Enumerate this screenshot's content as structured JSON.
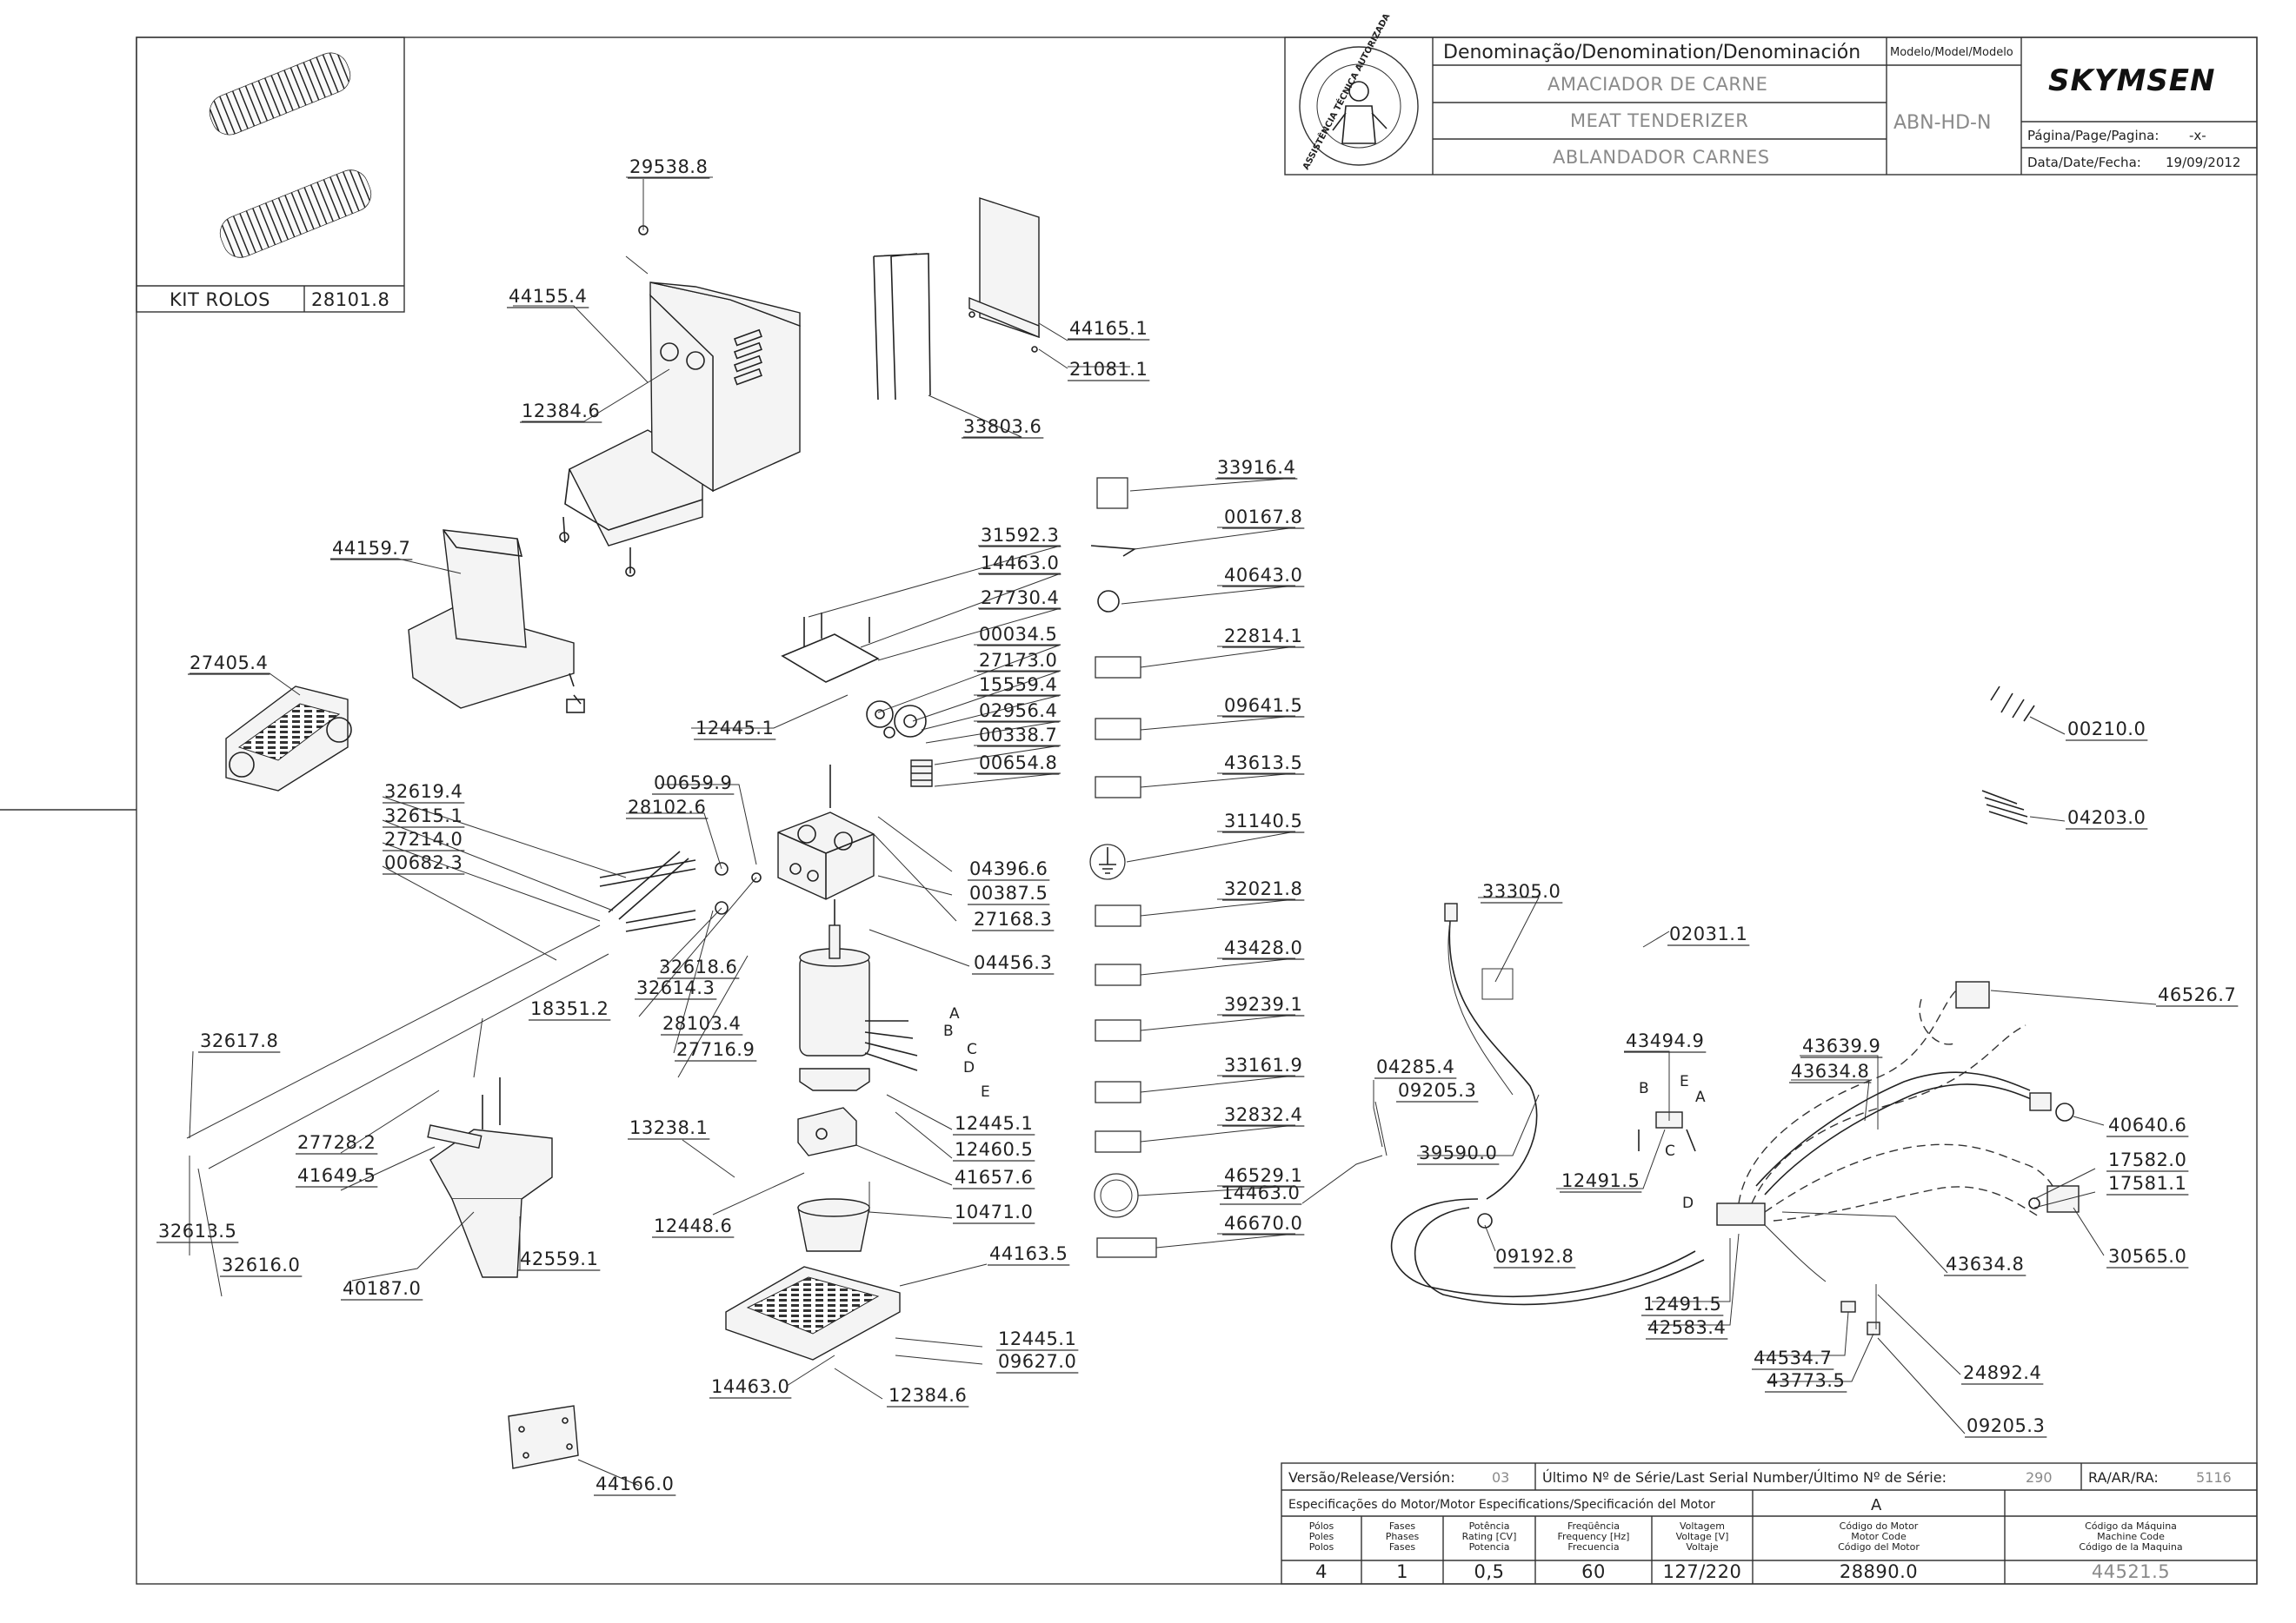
{
  "title_block": {
    "denomination_header": "Denominação/Denomination/Denominación",
    "model_header": "Modelo/Model/Modelo",
    "name_pt": "AMACIADOR DE CARNE",
    "name_en": "MEAT TENDERIZER",
    "name_es": "ABLANDADOR CARNES",
    "model": "ABN-HD-N",
    "brand": "SKYMSEN",
    "page_label": "Página/Page/Pagina:",
    "page_value": "-x-",
    "date_label": "Data/Date/Fecha:",
    "date_value": "19/09/2012",
    "seal_text": "ASSISTÊNCIA TÉCNICA AUTORIZADA"
  },
  "kit": {
    "name": "KIT ROLOS",
    "code": "28101.8"
  },
  "footer": {
    "version_label": "Versão/Release/Versión:",
    "version_value": "03",
    "serial_label": "Último Nº de Série/Last Serial Number/Último Nº de Série:",
    "serial_value": "290",
    "ra_label": "RA/AR/RA:",
    "ra_value": "5116",
    "motor_spec_label": "Especificações do Motor/Motor Especifications/Specificación del Motor",
    "variant": "A",
    "columns": [
      [
        "Pólos",
        "Poles",
        "Polos"
      ],
      [
        "Fases",
        "Phases",
        "Fases"
      ],
      [
        "Potência",
        "Rating [CV]",
        "Potencia"
      ],
      [
        "Freqüência",
        "Frequency [Hz]",
        "Frecuencia"
      ],
      [
        "Voltagem",
        "Voltage [V]",
        "Voltaje"
      ],
      [
        "Código do Motor",
        "Motor Code",
        "Código del Motor"
      ],
      [
        "Código da Máquina",
        "Machine Code",
        "Código de la Maquina"
      ]
    ],
    "values": [
      "4",
      "1",
      "0,5",
      "60",
      "127/220",
      "28890.0",
      "44521.5"
    ]
  },
  "callouts": {
    "c29538_8": "29538.8",
    "c44155_4": "44155.4",
    "c12384_6a": "12384.6",
    "c33803_6": "33803.6",
    "c44165_1": "44165.1",
    "c21081_1": "21081.1",
    "c44159_7": "44159.7",
    "c27405_4": "27405.4",
    "c33916_4": "33916.4",
    "c00167_8": "00167.8",
    "c40643_0": "40643.0",
    "c22814_1": "22814.1",
    "c09641_5": "09641.5",
    "c43613_5": "43613.5",
    "c31140_5": "31140.5",
    "c32021_8": "32021.8",
    "c43428_0": "43428.0",
    "c39239_1": "39239.1",
    "c33161_9": "33161.9",
    "c32832_4": "32832.4",
    "c46529_1": "46529.1",
    "c46670_0": "46670.0",
    "c31592_3": "31592.3",
    "c14463_0a": "14463.0",
    "c27730_4": "27730.4",
    "c00034_5": "00034.5",
    "c27173_0": "27173.0",
    "c15559_4": "15559.4",
    "c02956_4": "02956.4",
    "c00338_7": "00338.7",
    "c00654_8": "00654.8",
    "c12445_1a": "12445.1",
    "c00659_9": "00659.9",
    "c28102_6": "28102.6",
    "c04396_6": "04396.6",
    "c00387_5": "00387.5",
    "c27168_3": "27168.3",
    "c04456_3": "04456.3",
    "c32619_4": "32619.4",
    "c32615_1": "32615.1",
    "c27214_0": "27214.0",
    "c00682_3": "00682.3",
    "c32618_6": "32618.6",
    "c32614_3": "32614.3",
    "c28103_4": "28103.4",
    "c27716_9": "27716.9",
    "c18351_2": "18351.2",
    "c32617_8": "32617.8",
    "c27728_2": "27728.2",
    "c41649_5": "41649.5",
    "c32613_5": "32613.5",
    "c32616_0": "32616.0",
    "c40187_0": "40187.0",
    "c42559_1": "42559.1",
    "c13238_1": "13238.1",
    "c12445_1b": "12445.1",
    "c12460_5": "12460.5",
    "c41657_6": "41657.6",
    "c12448_6": "12448.6",
    "c10471_0": "10471.0",
    "c44163_5": "44163.5",
    "c12445_1c": "12445.1",
    "c09627_0": "09627.0",
    "c14463_0b": "14463.0",
    "c12384_6b": "12384.6",
    "c44166_0": "44166.0",
    "c00210_0": "00210.0",
    "c04203_0": "04203.0",
    "c33305_0": "33305.0",
    "c02031_1": "02031.1",
    "c46526_7": "46526.7",
    "c43494_9": "43494.9",
    "c43639_9": "43639.9",
    "c43634_8a": "43634.8",
    "c40640_6": "40640.6",
    "c04285_4": "04285.4",
    "c09205_3a": "09205.3",
    "c39590_0": "39590.0",
    "c12491_5a": "12491.5",
    "c17582_0": "17582.0",
    "c17581_1": "17581.1",
    "c14463_0c": "14463.0",
    "c09192_8": "09192.8",
    "c43634_8b": "43634.8",
    "c30565_0": "30565.0",
    "c12491_5b": "12491.5",
    "c42583_4": "42583.4",
    "c44534_7": "44534.7",
    "c43773_5": "43773.5",
    "c24892_4": "24892.4",
    "c09205_3b": "09205.3"
  },
  "wire_letters": {
    "motor": [
      "A",
      "B",
      "C",
      "D",
      "E"
    ],
    "switch": [
      "B",
      "E",
      "A",
      "C"
    ],
    "board": "D"
  }
}
